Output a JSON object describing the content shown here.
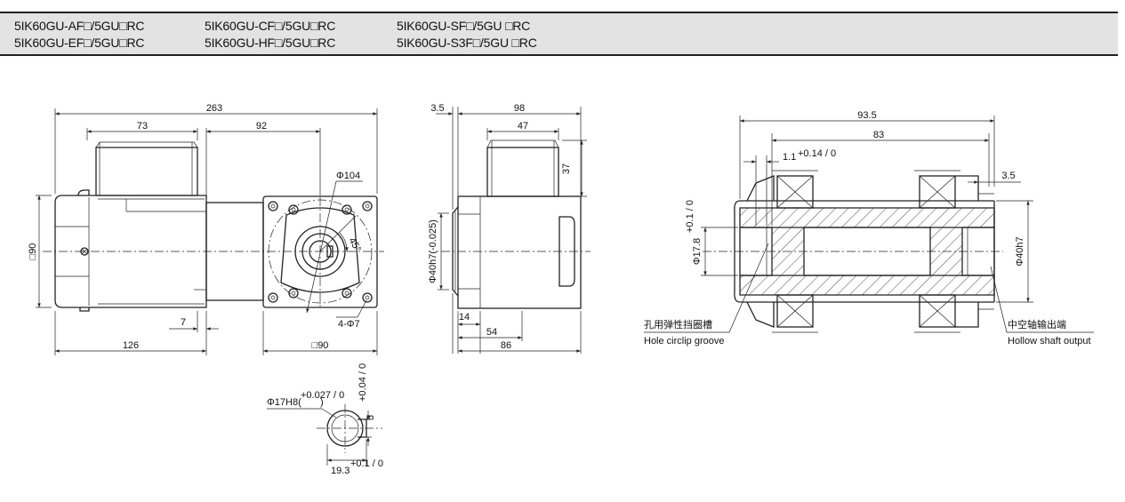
{
  "models": [
    [
      "5IK60GU-AF□/5GU□RC",
      "5IK60GU-EF□/5GU□RC"
    ],
    [
      "5IK60GU-CF□/5GU□RC",
      "5IK60GU-HF□/5GU□RC"
    ],
    [
      "5IK60GU-SF□/5GU □RC",
      "5IK60GU-S3F□/5GU □RC"
    ]
  ],
  "side_view": {
    "dims": {
      "overall": "263",
      "box": "73",
      "head": "92",
      "square": "□90",
      "motor": "126",
      "flange_gap": "7",
      "bottom_square": "□90"
    },
    "labels": {
      "pcd": "Φ104",
      "angle": "45°",
      "holes": "4-Φ7"
    }
  },
  "end_view": {
    "dims": {
      "flange_gap": "3.5",
      "overall": "98",
      "box": "47",
      "box_h": "37",
      "shaft": "Φ40h7(-0.025)",
      "pilot": "14",
      "mid": "54",
      "body": "86"
    }
  },
  "shaft_detail": {
    "dims": {
      "overall": "93.5",
      "inner": "83",
      "groove": "1.1",
      "groove_tol": "+0.14 / 0",
      "end": "3.5",
      "bore": "Φ17.8",
      "bore_tol": "+0.1 / 0",
      "outer": "Φ40h7"
    },
    "labels": {
      "circlip_cn": "孔用弹性挡圈槽",
      "circlip_en": "Hole circlip groove",
      "hollow_cn": "中空轴输出端",
      "hollow_en": "Hollow shaft output"
    }
  },
  "keyway": {
    "bore": "Φ17H8(",
    "bore_tol": "+0.027 / 0",
    "bore_end": ")",
    "width": "5",
    "width_tol": "+0.04 / 0",
    "depth": "19.3",
    "depth_tol": "+0.1 / 0"
  }
}
